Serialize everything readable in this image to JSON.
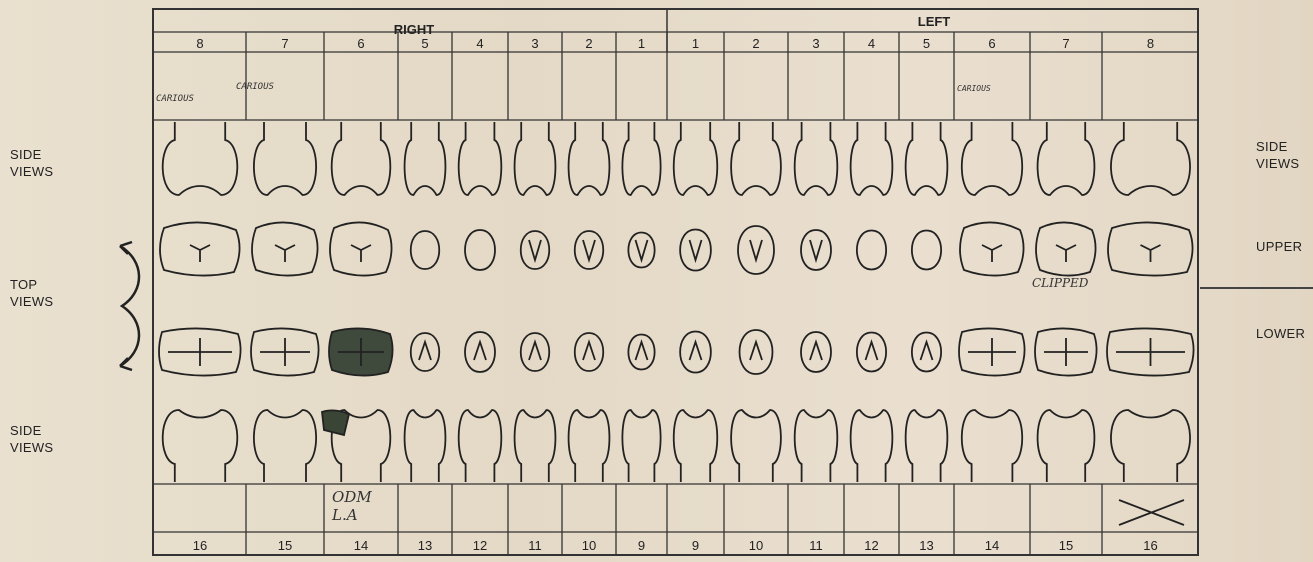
{
  "header": {
    "right": "RIGHT",
    "left": "LEFT"
  },
  "top_numbers": [
    "8",
    "7",
    "6",
    "5",
    "4",
    "3",
    "2",
    "1",
    "1",
    "2",
    "3",
    "4",
    "5",
    "6",
    "7",
    "8"
  ],
  "bottom_numbers": [
    "16",
    "15",
    "14",
    "13",
    "12",
    "11",
    "10",
    "9",
    "9",
    "10",
    "11",
    "12",
    "13",
    "14",
    "15",
    "16"
  ],
  "notes": {
    "r8": "CARIOUS",
    "r7": "CARIOUS",
    "l6": "CARIOUS"
  },
  "annotations": {
    "clipped": "CLIPPED",
    "odm_line1": "ODM",
    "odm_line2": "L.A"
  },
  "left_labels": {
    "side_top": "SIDE VIEWS",
    "top": "TOP VIEWS",
    "side_bottom": "SIDE VIEWS"
  },
  "right_labels": {
    "side": "SIDE VIEWS",
    "upper": "UPPER",
    "lower": "LOWER"
  }
}
